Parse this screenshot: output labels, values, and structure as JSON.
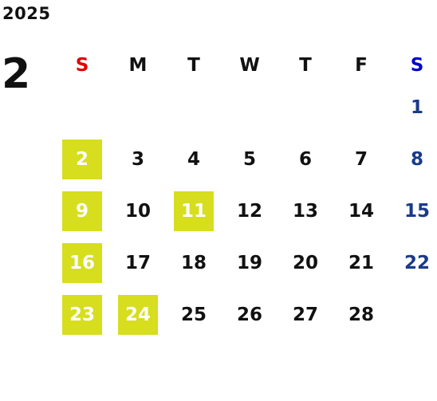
{
  "calendar": {
    "year": "2025",
    "month": "2",
    "weekdays": [
      "S",
      "M",
      "T",
      "W",
      "T",
      "F",
      "S"
    ],
    "weeks": [
      [
        "",
        "",
        "",
        "",
        "",
        "",
        "1"
      ],
      [
        "2",
        "3",
        "4",
        "5",
        "6",
        "7",
        "8"
      ],
      [
        "9",
        "10",
        "11",
        "12",
        "13",
        "14",
        "15"
      ],
      [
        "16",
        "17",
        "18",
        "19",
        "20",
        "21",
        "22"
      ],
      [
        "23",
        "24",
        "25",
        "26",
        "27",
        "28",
        ""
      ]
    ],
    "highlighted_days": [
      "2",
      "9",
      "11",
      "16",
      "23",
      "24"
    ]
  },
  "colors": {
    "highlight": "#d6de1e",
    "sunday_header": "#e00000",
    "saturday_header": "#0000cc",
    "saturday_day": "#1a3a8a",
    "text": "#111111"
  }
}
